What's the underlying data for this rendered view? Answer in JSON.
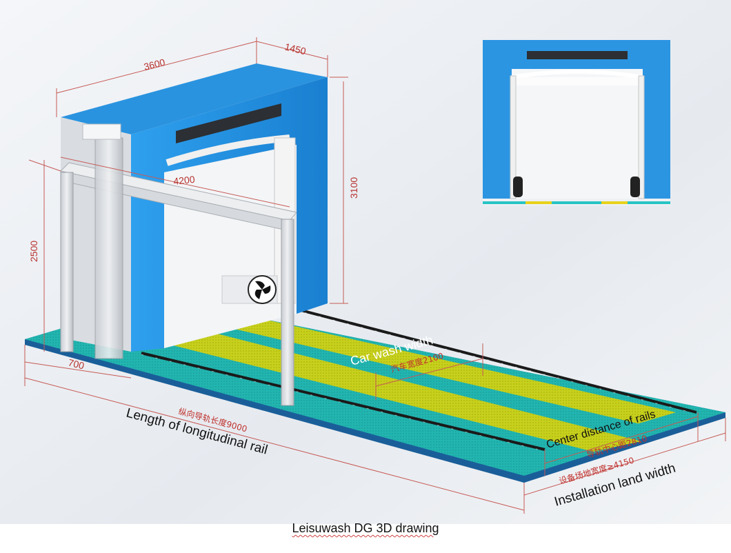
{
  "caption": "Leisuwash DG 3D drawing",
  "dimensions": {
    "frame_width": "3600",
    "frame_depth": "1450",
    "inner_span": "4200",
    "frame_height": "3100",
    "gantry_height": "2500",
    "offset": "700"
  },
  "labels": {
    "rail_length_cn": "纵向导轨长度9000",
    "rail_length_en": "Length of longitudinal rail",
    "car_wash_width_en": "Car wash width",
    "car_wash_width_cn": "汽车宽度2100",
    "rail_center_en": "Center distance of rails",
    "rail_center_cn": "导轨中心距2810",
    "land_width_cn": "设备场地宽度≥4150",
    "land_width_en": "Installation land width"
  },
  "colors": {
    "frame_blue": "#1f8fe0",
    "floor_teal": "#1fb6ae",
    "stripe_yellow": "#c9d21a",
    "dimension_red": "#c0302c"
  }
}
